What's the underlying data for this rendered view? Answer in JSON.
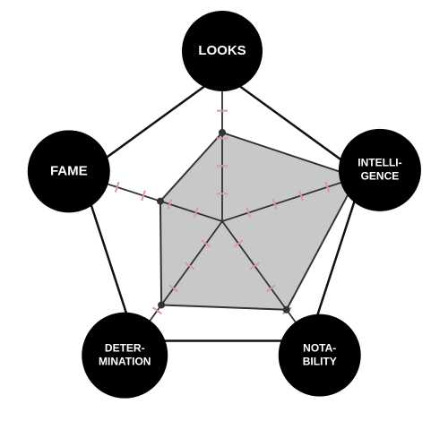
{
  "chart_data": {
    "type": "radar",
    "axes": [
      {
        "lines": [
          "LOOKS"
        ]
      },
      {
        "lines": [
          "INTELLI-",
          "GENCE"
        ]
      },
      {
        "lines": [
          "NOTA-",
          "BILITY"
        ]
      },
      {
        "lines": [
          "DETER-",
          "MINATION"
        ]
      },
      {
        "lines": [
          "FAME"
        ]
      }
    ],
    "scale_max": 5,
    "ticks": 5,
    "series": [
      {
        "values": [
          3,
          4.8,
          3.7,
          3.5,
          2.2
        ]
      }
    ],
    "colors": {
      "fill": "#c8c8c8",
      "line": "#333333",
      "outline": "#111111",
      "bubble": "#000000",
      "tick": "#d89a9a"
    }
  }
}
